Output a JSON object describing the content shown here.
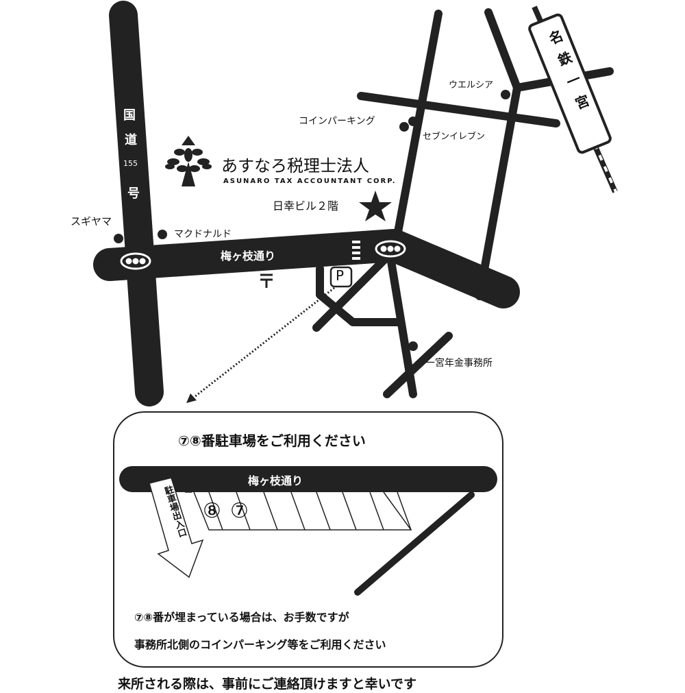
{
  "company": {
    "name_ja": "あすなろ税理士法人",
    "name_en": "ASUNARO TAX ACCOUNTANT CORP.",
    "building": "日幸ビル２階"
  },
  "roads": {
    "route_kanji_1": "国",
    "route_kanji_2": "道",
    "route_number": "155",
    "route_kanji_3": "号",
    "main_street": "梅ヶ枝通り"
  },
  "railway": {
    "label": "名鉄一宮"
  },
  "landmarks": {
    "sugiyama": "スギヤマ",
    "mcdonalds": "マクドナルド",
    "coin_parking": "コインパーキング",
    "seven_eleven": "セブンイレブン",
    "welcia": "ウエルシア",
    "pension_office": "一宮年金事務所"
  },
  "parking_map_symbol": "P",
  "post_office_symbol": "〒",
  "parking_inset": {
    "title": "⑦⑧番駐車場をご利用ください",
    "street": "梅ヶ枝通り",
    "entrance": "駐車場出入口",
    "slot_8": "⑧",
    "slot_7": "⑦",
    "note_line1": "⑦⑧番が埋まっている場合は、お手数ですが",
    "note_line2": "事務所北側のコインパーキング等をご利用ください"
  },
  "footer": "来所される際は、事前にご連絡頂けますと幸いです"
}
